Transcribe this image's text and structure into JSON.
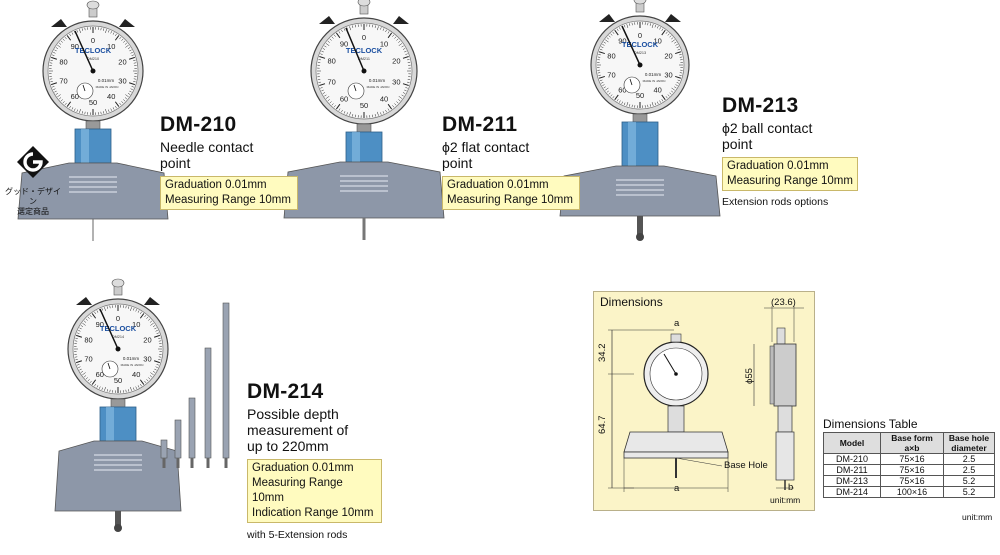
{
  "gauges": [
    {
      "model": "DM-210",
      "desc": [
        "Needle contact",
        "point"
      ],
      "spec": [
        "Graduation 0.01mm",
        "Measuring Range 10mm"
      ],
      "dial_code": "DM210"
    },
    {
      "model": "DM-211",
      "desc": [
        "ϕ2 flat contact",
        "point"
      ],
      "spec": [
        "Graduation 0.01mm",
        "Measuring Range 10mm"
      ],
      "dial_code": "DM211"
    },
    {
      "model": "DM-213",
      "desc": [
        "ϕ2 ball contact",
        "point"
      ],
      "spec": [
        "Graduation 0.01mm",
        "Measuring Range 10mm"
      ],
      "note": "Extension rods options",
      "dial_code": "DM213"
    },
    {
      "model": "DM-214",
      "desc": [
        "Possible depth",
        "measurement of",
        "up to 220mm"
      ],
      "spec": [
        "Graduation 0.01mm",
        "Measuring Range 10mm",
        "Indication Range 10mm"
      ],
      "note": "with 5-Extension rods",
      "dial_code": "DM214"
    }
  ],
  "dial": {
    "brand": "TECLOCK",
    "small_label": "0.01mm",
    "made": "MADE IN JAPAN",
    "numbers": [
      "0",
      "10",
      "20",
      "30",
      "40",
      "50",
      "60",
      "70",
      "80",
      "90"
    ]
  },
  "good_design": {
    "line1": "グッド・デザイン",
    "line2": "選定商品"
  },
  "dimensions": {
    "title": "Dimensions",
    "labels": {
      "top_width": "(23.6)",
      "upper": "34.2",
      "lower": "64.7",
      "dia": "ϕ55",
      "a_top": "a",
      "base_hole": "Base Hole",
      "a_bottom": "a",
      "b": "b",
      "unit": "unit:mm"
    }
  },
  "dimensions_table": {
    "title": "Dimensions Table",
    "headers": [
      "Model",
      "Base form a×b",
      "Base hole diameter"
    ],
    "rows": [
      [
        "DM-210",
        "75×16",
        "2.5"
      ],
      [
        "DM-211",
        "75×16",
        "2.5"
      ],
      [
        "DM-213",
        "75×16",
        "5.2"
      ],
      [
        "DM-214",
        "100×16",
        "5.2"
      ]
    ],
    "unit": "unit:mm"
  },
  "colors": {
    "base": "#8d97a8",
    "stem": "#4d8fc4",
    "spec_bg": "#fffbbf",
    "panel_bg": "#fbf4c8"
  }
}
